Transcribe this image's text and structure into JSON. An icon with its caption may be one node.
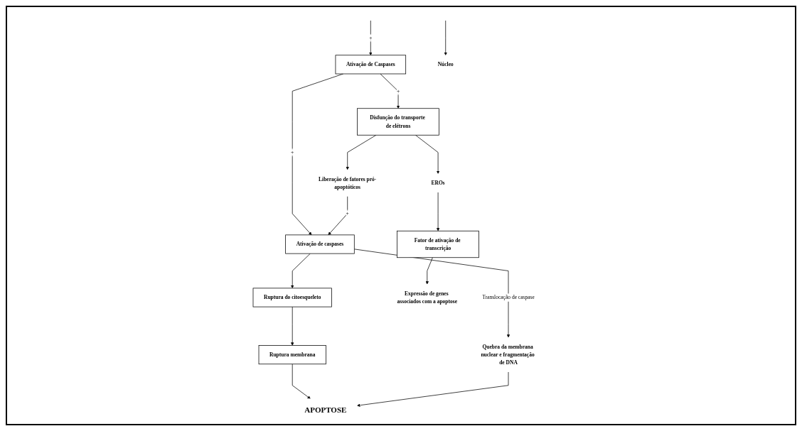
{
  "diagram": {
    "nodes": [
      {
        "text": [
          "Disfunção do transporte de elétrons"
        ]
      },
      {
        "text": [
          "Ativação de Caspases"
        ]
      },
      {
        "text": [
          "Ruptura membrana"
        ]
      },
      {
        "text": [
          "Liberação de fatores pró-apoptóticos"
        ]
      },
      {
        "text": [
          "Ruptura do citoesqueleto"
        ]
      },
      {
        "text": [
          "Ativação de caspases"
        ]
      },
      {
        "text": [
          "EROs"
        ]
      },
      {
        "text": [
          "APOPTOSE"
        ]
      },
      {
        "text": [
          "Fator de ativação de transcrição"
        ]
      },
      {
        "text": [
          "Núcleo"
        ]
      },
      {
        "text": [
          "Expressão de genes associados com a apoptose"
        ]
      },
      {
        "text": [
          "Quebra da membrana nuclear e fragmentação de DNA"
        ]
      }
    ],
    "edges": [
      {
        "from": 1,
        "to": 0,
        "arrow": "to",
        "label": "+"
      },
      {
        "from": null,
        "to": 1,
        "arrow": "to",
        "label": "+"
      },
      {
        "from": 0,
        "to": 3,
        "arrow": "to"
      },
      {
        "from": 0,
        "to": 6,
        "arrow": "to"
      },
      {
        "from": 1,
        "to": 5,
        "arrow": "to",
        "label": "+"
      },
      {
        "from": 3,
        "to": 5,
        "arrow": "to",
        "label": "+"
      },
      {
        "from": 5,
        "to": 4,
        "arrow": "to"
      },
      {
        "from": 4,
        "to": 2,
        "arrow": "to"
      },
      {
        "from": 2,
        "to": 7,
        "arrow": "to"
      },
      {
        "from": 6,
        "to": 8,
        "arrow": "to"
      },
      {
        "from": 8,
        "to": 10,
        "arrow": "to"
      },
      {
        "from": 5,
        "to": 11,
        "arrow": "to",
        "label": "Translocação de caspase"
      },
      {
        "from": 11,
        "to": 7,
        "arrow": "to"
      },
      {
        "from": null,
        "to": 9,
        "arrow": "to"
      }
    ]
  }
}
